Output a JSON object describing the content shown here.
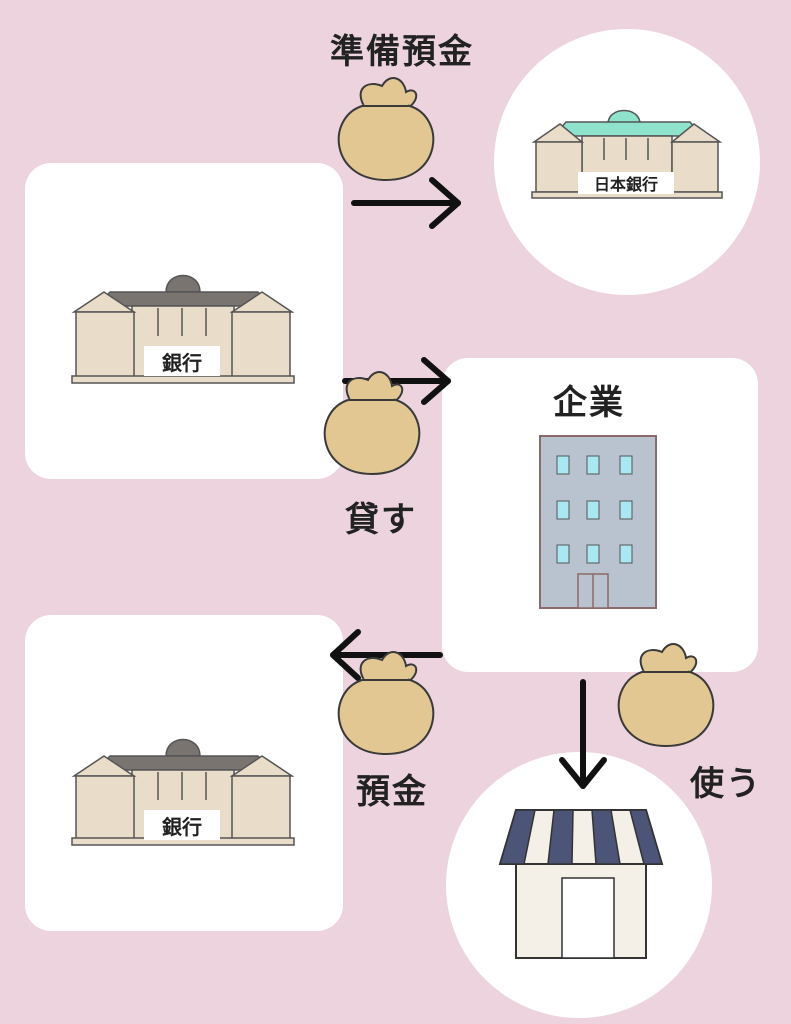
{
  "labels": {
    "reserve_deposit": "準備預金",
    "lend": "貸す",
    "company": "企業",
    "deposit": "預金",
    "spend": "使う",
    "boj": "日本銀行",
    "bank_top": "銀行",
    "bank_bottom": "銀行"
  },
  "colors": {
    "background": "#ecd3dd",
    "bag": "#e3c792",
    "bag_tie": "#3d8a55",
    "bank_wall": "#e9dcc8",
    "bank_roof_dark": "#7a7470",
    "boj_roof": "#8fe3cc",
    "building_body": "#b9c3cf",
    "window": "#a9e7f2",
    "awning_dark": "#4c5578",
    "arrow": "#111111"
  }
}
